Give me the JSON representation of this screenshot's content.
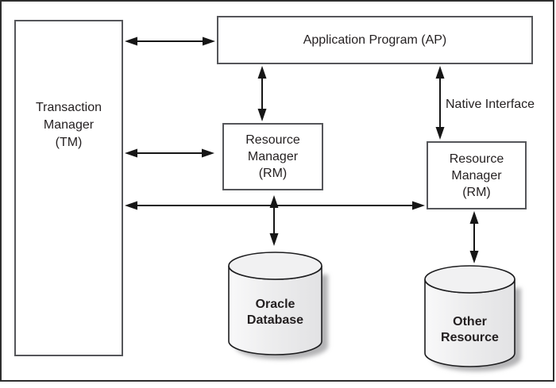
{
  "diagram": {
    "boxes": {
      "tm": {
        "label": "Transaction\nManager\n(TM)"
      },
      "ap": {
        "label": "Application Program (AP)"
      },
      "rm_left": {
        "label": "Resource\nManager\n(RM)"
      },
      "rm_right": {
        "label": "Resource\nManager\n(RM)"
      }
    },
    "cylinders": {
      "oracle": {
        "label": "Oracle\nDatabase"
      },
      "other": {
        "label": "Other\nResource"
      }
    },
    "annotations": {
      "native_interface": "Native Interface"
    },
    "connections": [
      {
        "from": "Transaction Manager (TM)",
        "to": "Application Program (AP)",
        "bidirectional": true,
        "label": ""
      },
      {
        "from": "Transaction Manager (TM)",
        "to": "Resource Manager (RM) left",
        "bidirectional": true,
        "label": ""
      },
      {
        "from": "Transaction Manager (TM)",
        "to": "Resource Manager (RM) right",
        "bidirectional": true,
        "label": ""
      },
      {
        "from": "Application Program (AP)",
        "to": "Resource Manager (RM) left",
        "bidirectional": true,
        "label": ""
      },
      {
        "from": "Application Program (AP)",
        "to": "Resource Manager (RM) right",
        "bidirectional": true,
        "label": "Native Interface"
      },
      {
        "from": "Resource Manager (RM) left",
        "to": "Oracle Database",
        "bidirectional": true,
        "label": ""
      },
      {
        "from": "Resource Manager (RM) right",
        "to": "Other Resource",
        "bidirectional": true,
        "label": ""
      }
    ],
    "colors": {
      "frame_border": "#2e2e2e",
      "box_border": "#55565a",
      "arrow": "#161616",
      "text": "#231f20",
      "cylinder_fill_light": "#f6f6f7",
      "cylinder_fill_dark": "#e3e3e5",
      "cylinder_top_fill": "#f1f1f2",
      "shadow": "#b4b4b6",
      "background": "#ffffff"
    }
  }
}
